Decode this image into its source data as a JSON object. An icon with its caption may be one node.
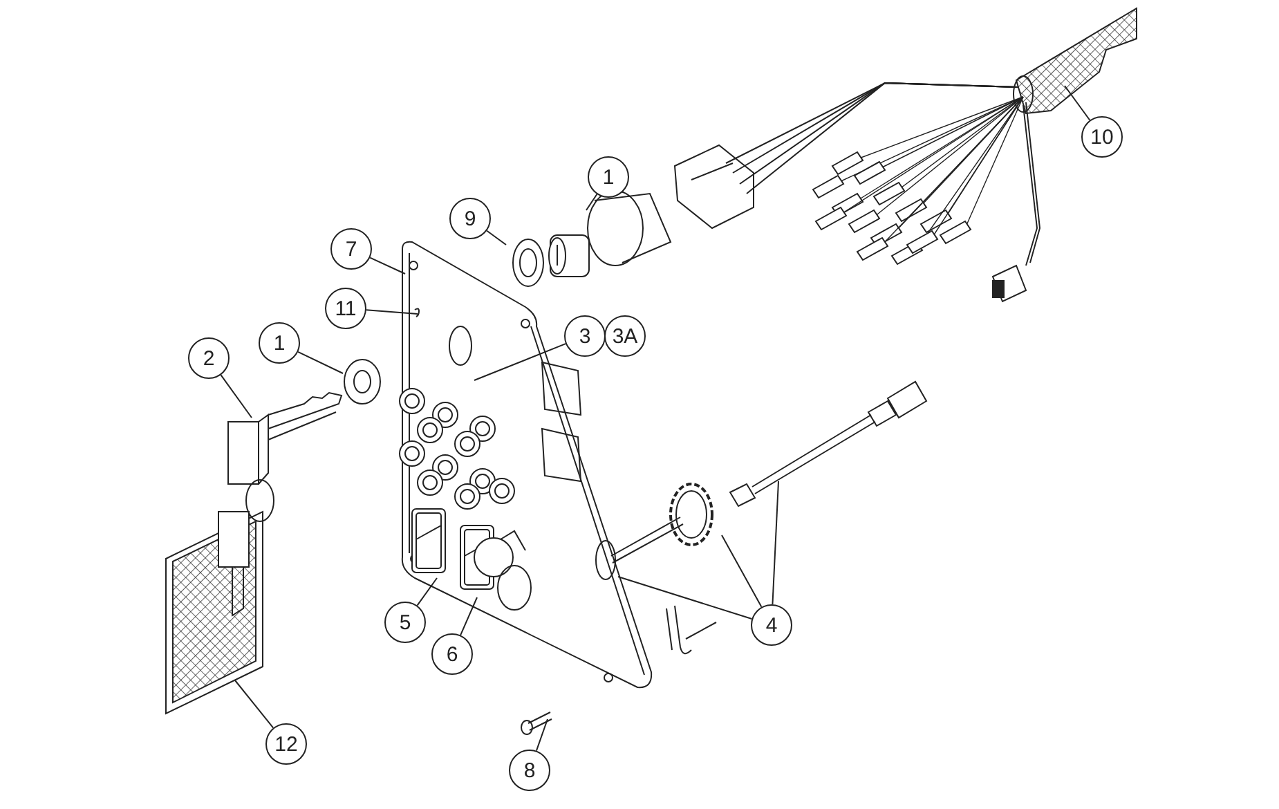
{
  "diagram": {
    "nodes": [
      {
        "text": [
          "10"
        ]
      },
      {
        "text": [
          "1"
        ]
      },
      {
        "text": [
          "9"
        ]
      },
      {
        "text": [
          "7"
        ]
      },
      {
        "text": [
          "11"
        ]
      },
      {
        "text": [
          "3"
        ]
      },
      {
        "text": [
          "3A"
        ]
      },
      {
        "text": [
          "1"
        ]
      },
      {
        "text": [
          "2"
        ]
      },
      {
        "text": [
          "5"
        ]
      },
      {
        "text": [
          "4"
        ]
      },
      {
        "text": [
          "6"
        ]
      },
      {
        "text": [
          "12"
        ]
      },
      {
        "text": [
          "8"
        ]
      }
    ],
    "edges": [
      {
        "from": 0,
        "to": null,
        "arrow": "none"
      },
      {
        "from": 1,
        "to": null,
        "arrow": "none"
      },
      {
        "from": 2,
        "to": null,
        "arrow": "none"
      },
      {
        "from": 3,
        "to": null,
        "arrow": "none"
      },
      {
        "from": 4,
        "to": null,
        "arrow": "none"
      },
      {
        "from": 5,
        "to": null,
        "arrow": "none"
      },
      {
        "from": 7,
        "to": null,
        "arrow": "none"
      },
      {
        "from": 8,
        "to": null,
        "arrow": "none"
      },
      {
        "from": 9,
        "to": null,
        "arrow": "none"
      },
      {
        "from": 10,
        "to": null,
        "arrow": "none"
      },
      {
        "from": 10,
        "to": null,
        "arrow": "none"
      },
      {
        "from": 10,
        "to": null,
        "arrow": "none"
      },
      {
        "from": 11,
        "to": null,
        "arrow": "none"
      },
      {
        "from": 12,
        "to": null,
        "arrow": "none"
      },
      {
        "from": 13,
        "to": null,
        "arrow": "none"
      }
    ]
  }
}
